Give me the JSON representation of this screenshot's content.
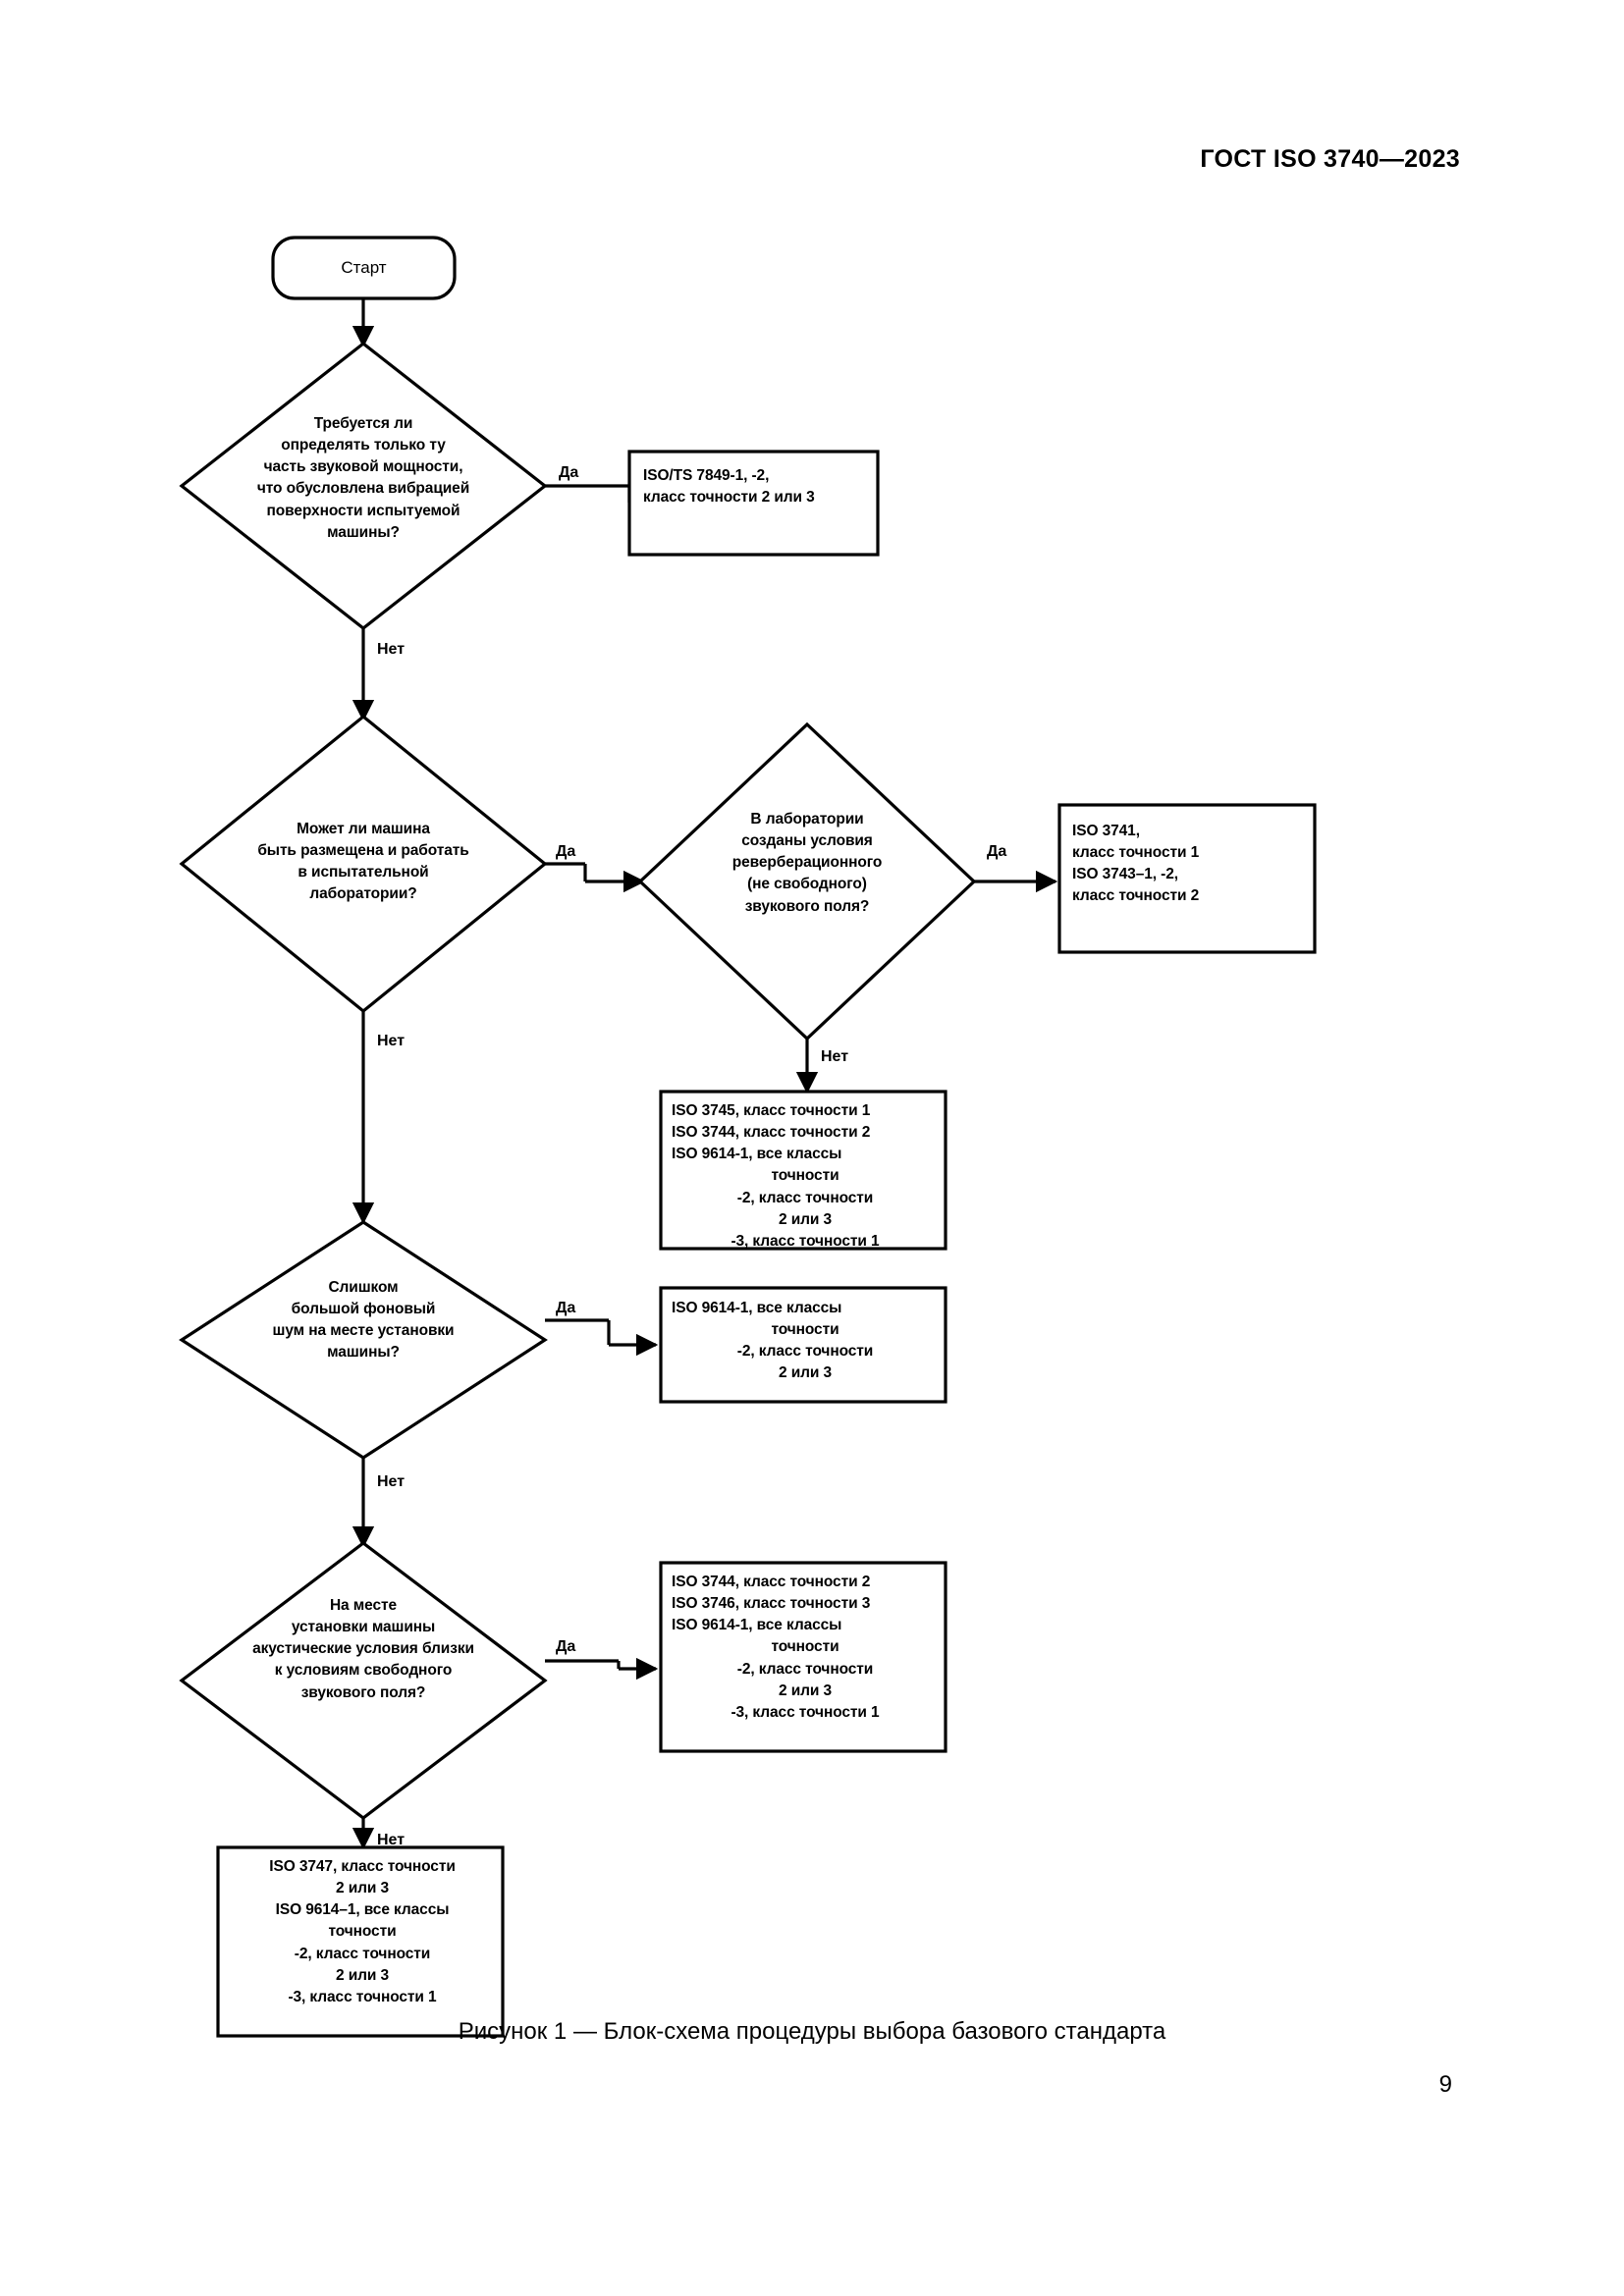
{
  "document": {
    "header": "ГОСТ ISO 3740—2023",
    "page_number": "9",
    "figure_caption": "Рисунок 1 — Блок-схема процедуры выбора базового стандарта"
  },
  "colors": {
    "stroke": "#000000",
    "fill": "#ffffff",
    "text": "#000000"
  },
  "flowchart": {
    "start": {
      "label": "Старт"
    },
    "decisions": [
      {
        "id": "d1",
        "text": "Требуется ли\nопределять только ту\nчасть звуковой мощности,\nчто обусловлена вибрацией\nповерхности испытуемой\nмашины?",
        "yes_label": "Да",
        "no_label": "Нет"
      },
      {
        "id": "d2",
        "text": "Может ли машина\nбыть размещена и работать\nв испытательной\nлаборатории?",
        "yes_label": "Да",
        "no_label": "Нет"
      },
      {
        "id": "d3",
        "text": "В лаборатории\nсозданы условия\nреверберационного\n(не свободного)\nзвукового поля?",
        "yes_label": "Да",
        "no_label": "Нет"
      },
      {
        "id": "d4",
        "text": "Слишком\nбольшой фоновый\nшум на месте установки\nмашины?",
        "yes_label": "Да",
        "no_label": "Нет"
      },
      {
        "id": "d5",
        "text": "На месте\nустановки машины\nакустические условия близки\nк условиям свободного\nзвукового поля?",
        "yes_label": "Да",
        "no_label": "Нет"
      }
    ],
    "results": [
      {
        "id": "r1",
        "lines": [
          {
            "text": "ISO/TS 7849-1, -2,",
            "align": "left"
          },
          {
            "text": "класс точности 2 или 3",
            "align": "left"
          }
        ]
      },
      {
        "id": "r2",
        "lines": [
          {
            "text": "ISO 3741,",
            "align": "left"
          },
          {
            "text": "класс точности 1",
            "align": "left"
          },
          {
            "text": " ",
            "align": "left"
          },
          {
            "text": "ISO 3743–1, -2,",
            "align": "left"
          },
          {
            "text": "класс точности 2",
            "align": "left"
          }
        ]
      },
      {
        "id": "r3",
        "lines": [
          {
            "text": "ISO 3745, класс точности 1",
            "align": "left"
          },
          {
            "text": "ISO 3744, класс точности 2",
            "align": "left"
          },
          {
            "text": "ISO 9614-1, все классы",
            "align": "left"
          },
          {
            "text": "точности",
            "align": "center"
          },
          {
            "text": "-2, класс точности",
            "align": "center"
          },
          {
            "text": "2 или 3",
            "align": "center"
          },
          {
            "text": "-3, класс точности 1",
            "align": "center"
          }
        ]
      },
      {
        "id": "r4",
        "lines": [
          {
            "text": "ISO 9614-1, все классы",
            "align": "left"
          },
          {
            "text": "точности",
            "align": "center"
          },
          {
            "text": "-2, класс точности",
            "align": "center"
          },
          {
            "text": "2 или 3",
            "align": "center"
          }
        ]
      },
      {
        "id": "r5",
        "lines": [
          {
            "text": "ISO 3744, класс точности 2",
            "align": "left"
          },
          {
            "text": "ISO 3746, класс точности 3",
            "align": "left"
          },
          {
            "text": "ISO 9614-1, все классы",
            "align": "left"
          },
          {
            "text": "точности",
            "align": "center"
          },
          {
            "text": "-2, класс точности",
            "align": "center"
          },
          {
            "text": "2 или 3",
            "align": "center"
          },
          {
            "text": "-3, класс точности 1",
            "align": "center"
          }
        ]
      },
      {
        "id": "r6",
        "lines": [
          {
            "text": "ISO 3747, класс точности",
            "align": "center"
          },
          {
            "text": "2 или 3",
            "align": "center"
          },
          {
            "text": "ISO 9614–1, все классы",
            "align": "center"
          },
          {
            "text": "точности",
            "align": "center"
          },
          {
            "text": "-2, класс точности",
            "align": "center"
          },
          {
            "text": "2 или 3",
            "align": "center"
          },
          {
            "text": "-3, класс точности 1",
            "align": "center"
          }
        ]
      }
    ]
  }
}
